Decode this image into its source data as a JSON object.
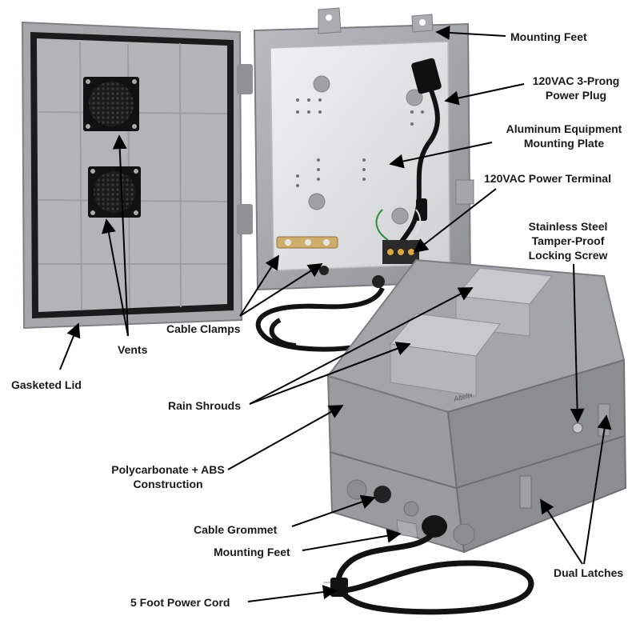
{
  "brand_logo": "Altelix",
  "callouts": {
    "mounting_feet_top": "Mounting Feet",
    "power_plug": [
      "120VAC 3-Prong",
      "Power Plug"
    ],
    "mounting_plate": [
      "Aluminum Equipment",
      "Mounting Plate"
    ],
    "power_terminal": "120VAC Power Terminal",
    "locking_screw": [
      "Stainless Steel",
      "Tamper-Proof",
      "Locking Screw"
    ],
    "cable_clamps": "Cable Clamps",
    "vents": "Vents",
    "gasketed_lid": "Gasketed Lid",
    "rain_shrouds": "Rain Shrouds",
    "construction": [
      "Polycarbonate + ABS",
      "Construction"
    ],
    "cable_grommet": "Cable Grommet",
    "mounting_feet_bottom": "Mounting Feet",
    "dual_latches": "Dual Latches",
    "power_cord": "5 Foot Power Cord"
  },
  "colors": {
    "enclosure": "#a9adb0",
    "enclosure_dark": "#8c9093",
    "plate": "#e4e5e7",
    "gasket": "#1b1b1b",
    "cord": "#121212",
    "arrow": "#000000"
  }
}
